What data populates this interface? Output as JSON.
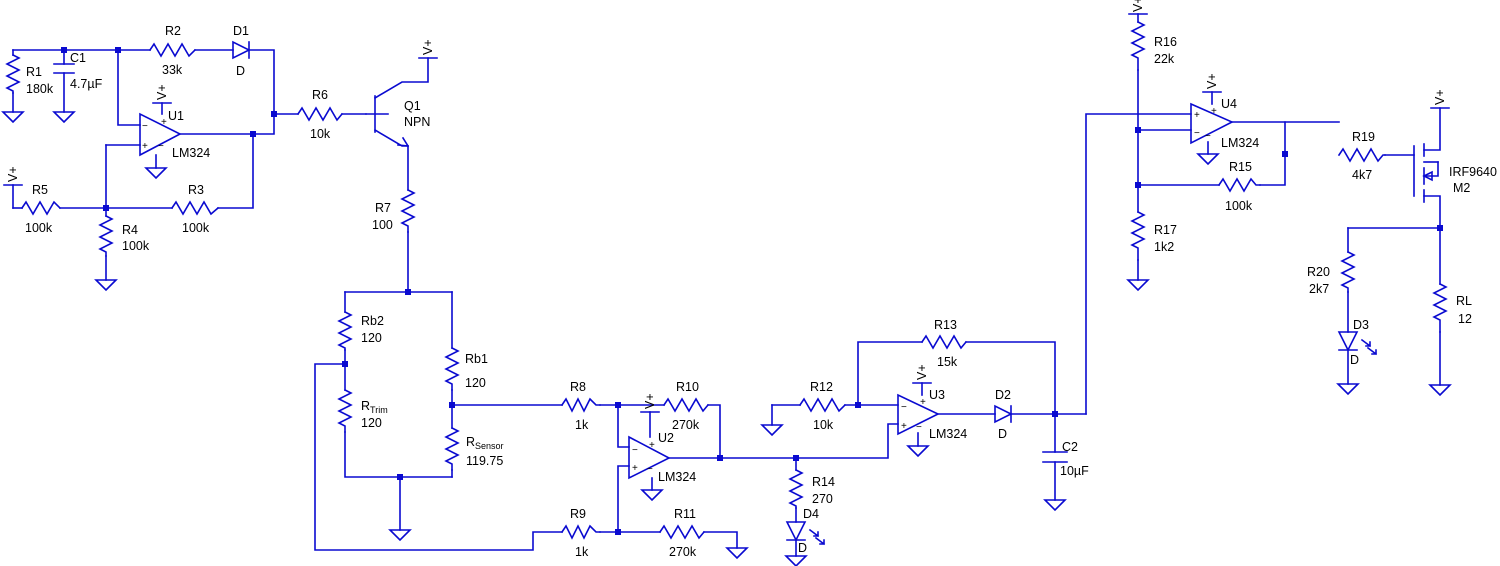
{
  "schematic": {
    "supply_label": "V+",
    "colors": {
      "wire": "#0a0ad0",
      "text": "#000000",
      "background": "#ffffff"
    },
    "components": {
      "R1": {
        "ref": "R1",
        "value": "180k"
      },
      "C1": {
        "ref": "C1",
        "value": "4.7µF"
      },
      "R2": {
        "ref": "R2",
        "value": "33k"
      },
      "D1": {
        "ref": "D1",
        "value": "D"
      },
      "U1": {
        "ref": "U1",
        "value": "LM324"
      },
      "R5": {
        "ref": "R5",
        "value": "100k"
      },
      "R4": {
        "ref": "R4",
        "value": "100k"
      },
      "R3": {
        "ref": "R3",
        "value": "100k"
      },
      "R6": {
        "ref": "R6",
        "value": "10k"
      },
      "Q1": {
        "ref": "Q1",
        "value": "NPN"
      },
      "R7": {
        "ref": "R7",
        "value": "100"
      },
      "Rb2": {
        "ref": "Rb2",
        "value": "120"
      },
      "Rb1": {
        "ref": "Rb1",
        "value": "120"
      },
      "RTrim": {
        "ref_main": "R",
        "ref_sub": "Trim",
        "value": "120"
      },
      "RSensor": {
        "ref_main": "R",
        "ref_sub": "Sensor",
        "value": "119.75"
      },
      "R8": {
        "ref": "R8",
        "value": "1k"
      },
      "R9": {
        "ref": "R9",
        "value": "1k"
      },
      "R10": {
        "ref": "R10",
        "value": "270k"
      },
      "R11": {
        "ref": "R11",
        "value": "270k"
      },
      "U2": {
        "ref": "U2",
        "value": "LM324"
      },
      "R14": {
        "ref": "R14",
        "value": "270"
      },
      "D4": {
        "ref": "D4",
        "value": "D"
      },
      "R12": {
        "ref": "R12",
        "value": "10k"
      },
      "R13": {
        "ref": "R13",
        "value": "15k"
      },
      "U3": {
        "ref": "U3",
        "value": "LM324"
      },
      "D2": {
        "ref": "D2",
        "value": "D"
      },
      "C2": {
        "ref": "C2",
        "value": "10µF"
      },
      "R16": {
        "ref": "R16",
        "value": "22k"
      },
      "R17": {
        "ref": "R17",
        "value": "1k2"
      },
      "U4": {
        "ref": "U4",
        "value": "LM324"
      },
      "R15": {
        "ref": "R15",
        "value": "100k"
      },
      "R19": {
        "ref": "R19",
        "value": "4k7"
      },
      "M2": {
        "ref": "M2",
        "value": "IRF9640"
      },
      "R20": {
        "ref": "R20",
        "value": "2k7"
      },
      "D3": {
        "ref": "D3",
        "value": "D"
      },
      "RL": {
        "ref": "RL",
        "value": "12"
      }
    },
    "opamp_pins": {
      "minus": "−",
      "plus": "+"
    }
  }
}
